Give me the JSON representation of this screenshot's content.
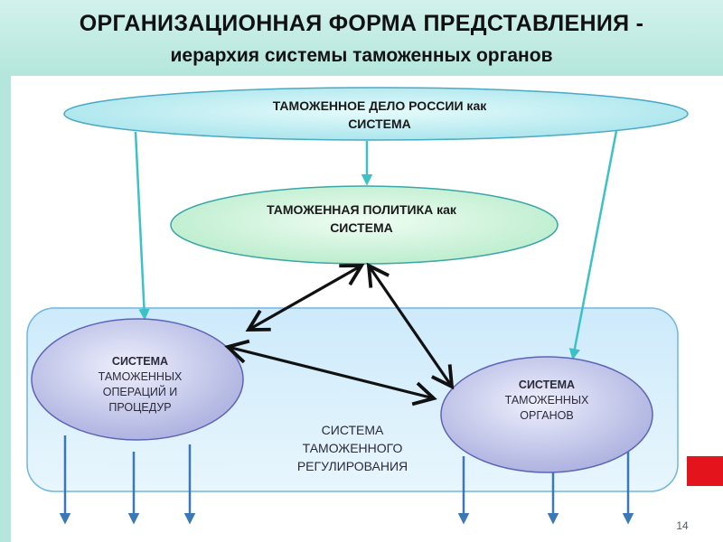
{
  "title": {
    "line1": "ОРГАНИЗАЦИОННАЯ ФОРМА ПРЕДСТАВЛЕНИЯ -",
    "line2": "иерархия системы таможенных органов"
  },
  "nodes": {
    "customs_affairs": {
      "line1": "ТАМОЖЕННОЕ ДЕЛО РОССИИ как",
      "line2": "СИСТЕМА"
    },
    "customs_policy": {
      "line1": "ТАМОЖЕННАЯ ПОЛИТИКА как",
      "line2": "СИСТЕМА"
    },
    "customs_operations": {
      "line1": "СИСТЕМА",
      "line2": "ТАМОЖЕННЫХ",
      "line3": "ОПЕРАЦИЙ И",
      "line4": "ПРОЦЕДУР"
    },
    "customs_bodies": {
      "line1": "СИСТЕМА",
      "line2": "ТАМОЖЕННЫХ",
      "line3": "ОРГАНОВ"
    },
    "customs_regulation": {
      "line1": "СИСТЕМА",
      "line2": "ТАМОЖЕННОГО",
      "line3": "РЕГУЛИРОВАНИЯ"
    }
  },
  "page_number": "14",
  "colors": {
    "header_bg": "#b4e6dc",
    "ellipse_top": "#c2eef2",
    "ellipse_mid": "#d6f7e2",
    "ellipse_sub": "#c4c8ee",
    "container": "#c6e6fa",
    "arrow_teal": "#3cc2c6",
    "arrow_blue": "#3a78b8",
    "accent_red": "#e3141b"
  }
}
